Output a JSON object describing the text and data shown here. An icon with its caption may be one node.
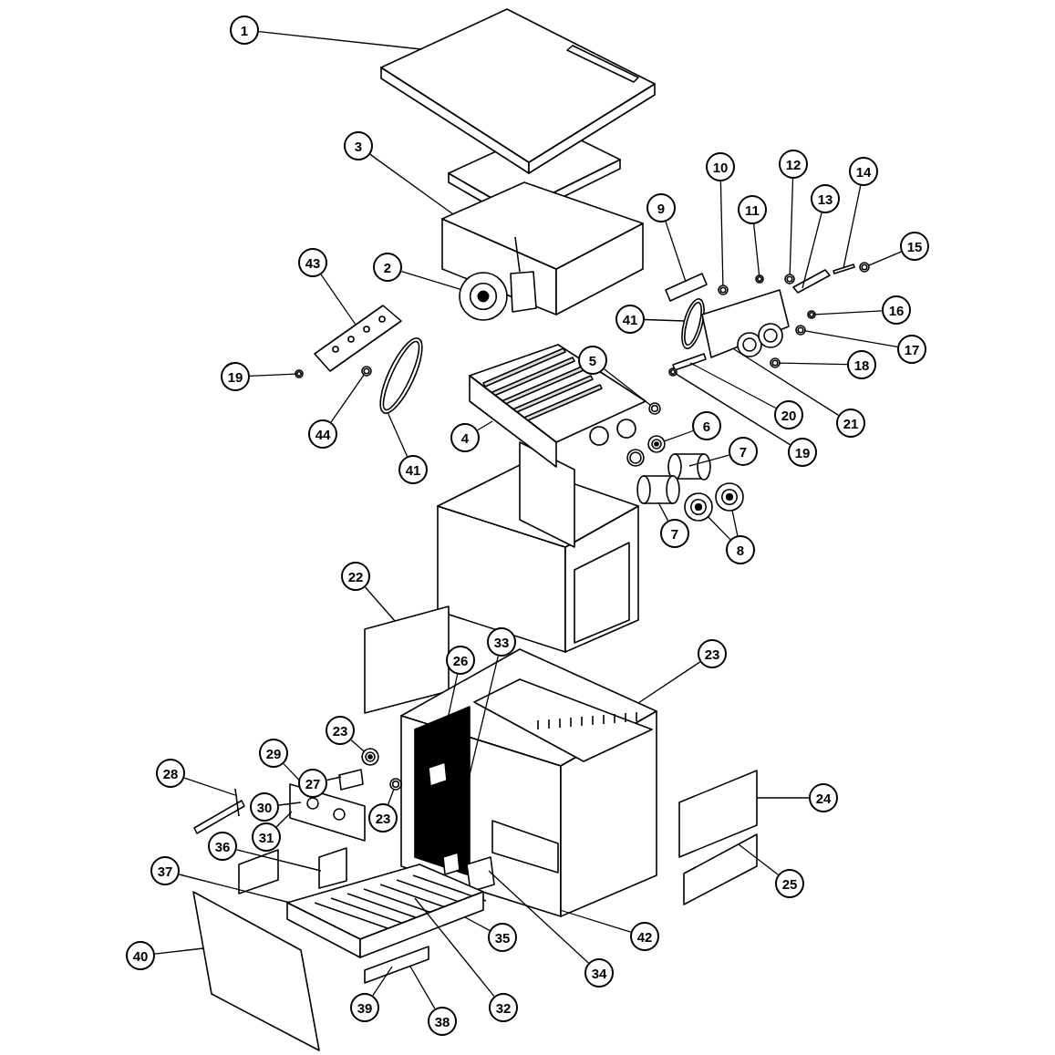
{
  "diagram": {
    "nodes": [
      {
        "text": [
          "1"
        ]
      },
      {
        "text": [
          "3"
        ]
      },
      {
        "text": [
          "10"
        ]
      },
      {
        "text": [
          "12"
        ]
      },
      {
        "text": [
          "14"
        ]
      },
      {
        "text": [
          "9"
        ]
      },
      {
        "text": [
          "11"
        ]
      },
      {
        "text": [
          "13"
        ]
      },
      {
        "text": [
          "15"
        ]
      },
      {
        "text": [
          "43"
        ]
      },
      {
        "text": [
          "2"
        ]
      },
      {
        "text": [
          "16"
        ]
      },
      {
        "text": [
          "41"
        ]
      },
      {
        "text": [
          "17"
        ]
      },
      {
        "text": [
          "5"
        ]
      },
      {
        "text": [
          "18"
        ]
      },
      {
        "text": [
          "19"
        ]
      },
      {
        "text": [
          "20"
        ]
      },
      {
        "text": [
          "21"
        ]
      },
      {
        "text": [
          "6"
        ]
      },
      {
        "text": [
          "44"
        ]
      },
      {
        "text": [
          "4"
        ]
      },
      {
        "text": [
          "19"
        ]
      },
      {
        "text": [
          "7"
        ]
      },
      {
        "text": [
          "41"
        ]
      },
      {
        "text": [
          "7"
        ]
      },
      {
        "text": [
          "8"
        ]
      },
      {
        "text": [
          "22"
        ]
      },
      {
        "text": [
          "23"
        ]
      },
      {
        "text": [
          "26"
        ]
      },
      {
        "text": [
          "33"
        ]
      },
      {
        "text": [
          "23"
        ]
      },
      {
        "text": [
          "29"
        ]
      },
      {
        "text": [
          "28"
        ]
      },
      {
        "text": [
          "27"
        ]
      },
      {
        "text": [
          "30"
        ]
      },
      {
        "text": [
          "24"
        ]
      },
      {
        "text": [
          "23"
        ]
      },
      {
        "text": [
          "36"
        ]
      },
      {
        "text": [
          "31"
        ]
      },
      {
        "text": [
          "37"
        ]
      },
      {
        "text": [
          "25"
        ]
      },
      {
        "text": [
          "35"
        ]
      },
      {
        "text": [
          "42"
        ]
      },
      {
        "text": [
          "40"
        ]
      },
      {
        "text": [
          "34"
        ]
      },
      {
        "text": [
          "39"
        ]
      },
      {
        "text": [
          "32"
        ]
      },
      {
        "text": [
          "38"
        ]
      },
      {
        "text": [],
        "shape": "picture"
      },
      {
        "text": [],
        "shape": "picture"
      },
      {
        "text": [],
        "shape": "circle"
      },
      {
        "text": [],
        "shape": "box"
      },
      {
        "text": [],
        "shape": "circle"
      },
      {
        "text": [],
        "shape": "circle"
      },
      {
        "text": [],
        "shape": "circle"
      },
      {
        "text": [],
        "shape": "picture"
      },
      {
        "text": [],
        "shape": "box"
      },
      {
        "text": [],
        "shape": "circle"
      },
      {
        "text": [],
        "shape": "picture"
      },
      {
        "text": [],
        "shape": "circle"
      },
      {
        "text": [],
        "shape": "picture"
      },
      {
        "text": [],
        "shape": "picture"
      },
      {
        "text": [],
        "shape": "circle"
      },
      {
        "text": [],
        "shape": "circle"
      },
      {
        "text": [],
        "shape": "circle"
      },
      {
        "text": [],
        "shape": "box"
      },
      {
        "text": [],
        "shape": "circle"
      },
      {
        "text": [],
        "shape": "picture"
      },
      {
        "text": [],
        "shape": "circle"
      },
      {
        "text": [],
        "shape": "circle"
      },
      {
        "text": [],
        "shape": "picture"
      },
      {
        "text": [],
        "shape": "circle"
      },
      {
        "text": [],
        "shape": "box"
      },
      {
        "text": [],
        "shape": "box"
      },
      {
        "text": [],
        "shape": "circle"
      },
      {
        "text": [],
        "shape": "circle"
      },
      {
        "text": [],
        "shape": "box"
      },
      {
        "text": [],
        "shape": "picture"
      },
      {
        "text": [],
        "shape": "box",
        "in": 78
      },
      {
        "text": [],
        "shape": "circle"
      },
      {
        "text": [],
        "shape": "box"
      },
      {
        "text": [],
        "shape": "circle"
      },
      {
        "text": [],
        "shape": "box"
      },
      {
        "text": [],
        "shape": "picture"
      },
      {
        "text": [],
        "shape": "box",
        "in": 78
      },
      {
        "text": [],
        "shape": "box",
        "in": 78
      },
      {
        "text": [],
        "shape": "box"
      },
      {
        "text": [],
        "shape": "box"
      },
      {
        "text": [],
        "shape": "box"
      },
      {
        "text": [],
        "shape": "picture"
      },
      {
        "text": [],
        "shape": "box"
      },
      {
        "text": [],
        "shape": "box"
      }
    ],
    "edges": [
      {
        "from": 0,
        "to": 49,
        "arrow": "none"
      },
      {
        "from": 1,
        "to": 50,
        "arrow": "none"
      },
      {
        "from": 2,
        "to": 53,
        "arrow": "none"
      },
      {
        "from": 3,
        "to": 55,
        "arrow": "none"
      },
      {
        "from": 4,
        "to": 57,
        "arrow": "none"
      },
      {
        "from": 5,
        "to": 52,
        "arrow": "none"
      },
      {
        "from": 6,
        "to": 54,
        "arrow": "none"
      },
      {
        "from": 7,
        "to": 56,
        "arrow": "none"
      },
      {
        "from": 8,
        "to": 58,
        "arrow": "none"
      },
      {
        "from": 9,
        "to": 59,
        "arrow": "none"
      },
      {
        "from": 10,
        "to": 51,
        "arrow": "none"
      },
      {
        "from": 11,
        "to": 60,
        "arrow": "none"
      },
      {
        "from": 12,
        "to": 61,
        "arrow": "none"
      },
      {
        "from": 13,
        "to": 63,
        "arrow": "none"
      },
      {
        "from": 14,
        "to": 70,
        "arrow": "none"
      },
      {
        "from": 15,
        "to": 64,
        "arrow": "none"
      },
      {
        "from": 16,
        "to": 65,
        "arrow": "none"
      },
      {
        "from": 17,
        "to": 66,
        "arrow": "none"
      },
      {
        "from": 18,
        "to": 62,
        "arrow": "none"
      },
      {
        "from": 19,
        "to": 72,
        "arrow": "none"
      },
      {
        "from": 20,
        "to": 67,
        "arrow": "none"
      },
      {
        "from": 21,
        "to": 71,
        "arrow": "none"
      },
      {
        "from": 22,
        "to": 69,
        "arrow": "none"
      },
      {
        "from": 23,
        "to": 73,
        "arrow": "none"
      },
      {
        "from": 24,
        "to": 68,
        "arrow": "none"
      },
      {
        "from": 25,
        "to": 74,
        "arrow": "none"
      },
      {
        "from": 26,
        "to": 75,
        "arrow": "none"
      },
      {
        "from": 26,
        "to": 76,
        "arrow": "none"
      },
      {
        "from": 27,
        "to": 77,
        "arrow": "none"
      },
      {
        "from": 28,
        "to": 78,
        "arrow": "none"
      },
      {
        "from": 29,
        "to": 79,
        "arrow": "none"
      },
      {
        "from": 30,
        "to": 85,
        "arrow": "none"
      },
      {
        "from": 31,
        "to": 80,
        "arrow": "none"
      },
      {
        "from": 32,
        "to": 84,
        "arrow": "none"
      },
      {
        "from": 33,
        "to": 83,
        "arrow": "none"
      },
      {
        "from": 34,
        "to": 81,
        "arrow": "none"
      },
      {
        "from": 35,
        "to": 84,
        "arrow": "none"
      },
      {
        "from": 36,
        "to": 87,
        "arrow": "none"
      },
      {
        "from": 37,
        "to": 82,
        "arrow": "none"
      },
      {
        "from": 38,
        "to": 89,
        "arrow": "none"
      },
      {
        "from": 39,
        "to": 84,
        "arrow": "none"
      },
      {
        "from": 40,
        "to": 90,
        "arrow": "none"
      },
      {
        "from": 41,
        "to": 88,
        "arrow": "none"
      },
      {
        "from": 42,
        "to": 90,
        "arrow": "none"
      },
      {
        "from": 43,
        "to": 78,
        "arrow": "none"
      },
      {
        "from": 44,
        "to": 92,
        "arrow": "none"
      },
      {
        "from": 45,
        "to": 86,
        "arrow": "none"
      },
      {
        "from": 46,
        "to": 91,
        "arrow": "none"
      },
      {
        "from": 47,
        "to": 90,
        "arrow": "none"
      },
      {
        "from": 48,
        "to": 91,
        "arrow": "none"
      }
    ]
  }
}
